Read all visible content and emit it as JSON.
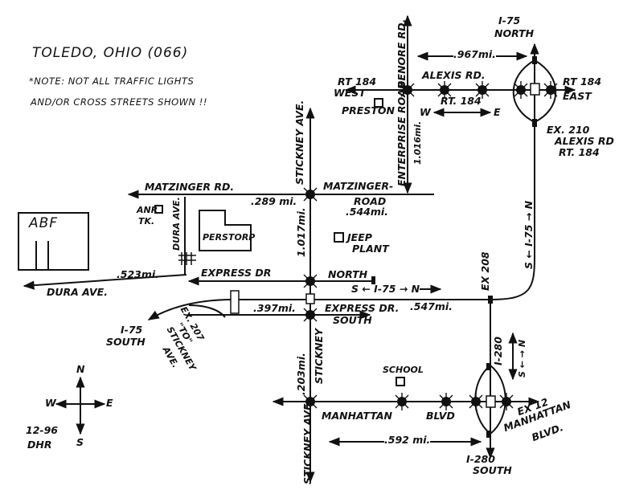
{
  "map": {
    "title": "TOLEDO, OHIO (066)",
    "note_line1": "*NOTE: NOT ALL TRAFFIC LIGHTS",
    "note_line2": "AND/OR CROSS STREETS SHOWN !!",
    "credit_date": "12-96",
    "credit_initials": "DHR",
    "compass": {
      "n": "N",
      "s": "S",
      "e": "E",
      "w": "W"
    },
    "roads": {
      "rt184_west_1": "RT 184",
      "rt184_west_2": "WEST",
      "rt184_east_1": "RT 184",
      "rt184_east_2": "EAST",
      "rt184_mid": "RT. 184",
      "alexis_rd": "ALEXIS RD.",
      "benore_rd": "BENORE RD.",
      "enterprise_road": "ENTERPRISE ROAD",
      "preston": "PRESTON",
      "stickney_ave_top": "STICKNEY AVE.",
      "matzinger_rd_w": "MATZINGER RD.",
      "matzinger_road_e1": "MATZINGER-",
      "matzinger_road_e2": "ROAD",
      "dura_ave_v": "DURA AVE.",
      "dura_ave_h": "DURA AVE.",
      "express_dr_north": "EXPRESS DR",
      "north": "NORTH",
      "express_dr_south": "EXPRESS DR.",
      "south": "SOUTH",
      "manhattan": "MANHATTAN",
      "blvd": "BLVD",
      "stickney_lower": "STICKNEY",
      "stickney_bottom": "STICKNEY AVE."
    },
    "interstates": {
      "i75_north_1": "I-75",
      "i75_north_2": "NORTH",
      "i75_vertical": "S ← I-75 → N",
      "i75_horizontal": "S ← I-75 → N",
      "i75_south_1": "I-75",
      "i75_south_2": "SOUTH",
      "i280_vertical": "I-280",
      "i280_sn": "S ← → N",
      "i280_south_1": "I-280",
      "i280_south_2": "SOUTH"
    },
    "exits": {
      "ex210_1": "EX. 210",
      "ex210_2": "ALEXIS RD",
      "ex210_3": "RT. 184",
      "ex208": "EX 208",
      "ex207_1": "EX. 207",
      "ex207_2": "\"TO\"",
      "ex207_3": "STICKNEY",
      "ex207_4": "AVE.",
      "ex12_1": "EX 12",
      "ex12_2": "MANHATTAN",
      "ex12_3": "BLVD."
    },
    "places": {
      "abf": "ABF",
      "anr_1": "ANR",
      "anr_2": "TK.",
      "perstorp": "PERSTORP",
      "jeep_1": "JEEP",
      "jeep_2": "PLANT",
      "school": "SCHOOL"
    },
    "distances": {
      "d_967": ".967mi.",
      "d_1016_1": "1.016mi.",
      "d_289": ".289 mi.",
      "d_544": ".544mi.",
      "d_1017": "1.017mi.",
      "d_523": ".523mi.",
      "d_397": ".397mi.",
      "d_547": ".547mi.",
      "d_203": ".203mi.",
      "d_592": ".592 mi."
    },
    "alexis_w": "W",
    "alexis_e": "E",
    "i75_s_letter": "S",
    "i75_n_letter": "N"
  }
}
